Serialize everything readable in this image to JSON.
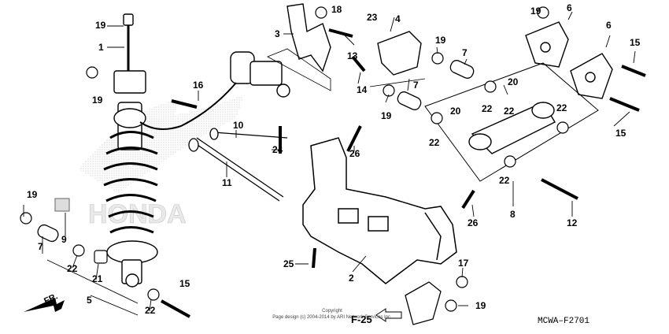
{
  "diagram": {
    "code": "MCWA–F2701",
    "copyright_line1": "Copyright",
    "copyright_line2": "Page design (c) 2004-2014 by ARI Network Services Inc.",
    "watermark": "HONDA",
    "front_label": "FR.",
    "figure_ref": "F-25",
    "parts": {
      "p1": "1",
      "p2": "2",
      "p3": "3",
      "p4": "4",
      "p5": "5",
      "p6a": "6",
      "p6b": "6",
      "p7a": "7",
      "p7b": "7",
      "p7c": "7",
      "p8": "8",
      "p9": "9",
      "p10": "10",
      "p11": "11",
      "p12": "12",
      "p13": "13",
      "p14": "14",
      "p15a": "15",
      "p15b": "15",
      "p15c": "15",
      "p16": "16",
      "p17": "17",
      "p18": "18",
      "p19a": "19",
      "p19b": "19",
      "p19c": "19",
      "p19d": "19",
      "p19e": "19",
      "p19f": "19",
      "p19g": "19",
      "p20a": "20",
      "p20b": "20",
      "p21": "21",
      "p22a": "22",
      "p22b": "22",
      "p22c": "22",
      "p22d": "22",
      "p22e": "22",
      "p22f": "22",
      "p22g": "22",
      "p23": "23",
      "p24": "24",
      "p25": "25",
      "p26a": "26",
      "p26b": "26"
    }
  }
}
